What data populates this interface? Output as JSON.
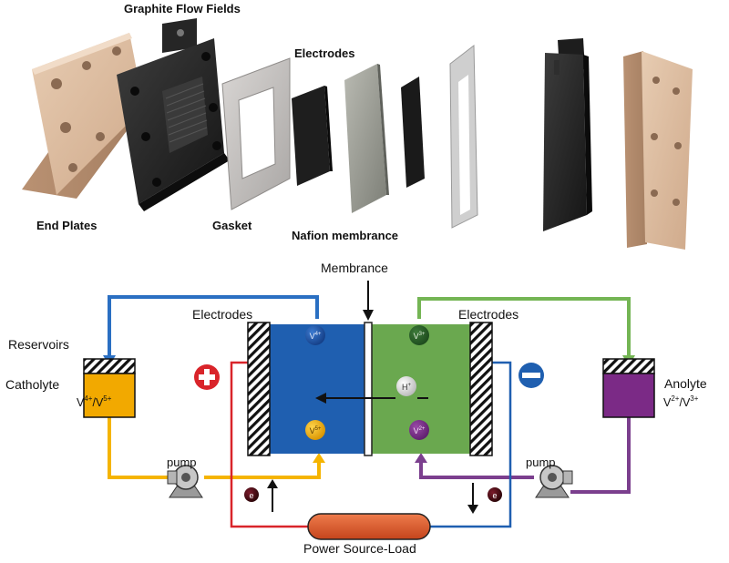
{
  "top_labels": {
    "graphite_flow_fields": "Graphite Flow Fields",
    "electrodes": "Electrodes",
    "end_plates": "End Plates",
    "gasket": "Gasket",
    "nafion_membrance": "Nafion membrance"
  },
  "schematic": {
    "membrance": "Membrance",
    "electrodes_left": "Electrodes",
    "electrodes_right": "Electrodes",
    "reservoirs": "Reservoirs",
    "catholyte": "Catholyte",
    "catholyte_species_base": [
      "V",
      "/V"
    ],
    "catholyte_species_sup": [
      "4+",
      "5+"
    ],
    "anolyte": "Anolyte",
    "anolyte_species_base": [
      "V",
      "/V"
    ],
    "anolyte_species_sup": [
      "2+",
      "3+"
    ],
    "pump_left": "pump",
    "pump_right": "pump",
    "power_source_load": "Power Source-Load",
    "plus_sign": "+",
    "minus_sign": "−",
    "ion_v4": "V4+",
    "ion_v5": "V5+",
    "ion_v3": "V3+",
    "ion_v2": "V2+",
    "ion_h": "H+",
    "electron_symbol": "e"
  },
  "colors": {
    "catholyte": "#f2a900",
    "anolyte": "#7b2a86",
    "positive_half_cell": "#1f5fb0",
    "negative_half_cell": "#6aa84f",
    "circuit_red": "#d9242a",
    "circuit_blue": "#1f5fb0",
    "load": "#d9532a",
    "pipe_green": "#74b554",
    "pipe_purple": "#7b3f8e",
    "pipe_orange": "#f5b400"
  }
}
